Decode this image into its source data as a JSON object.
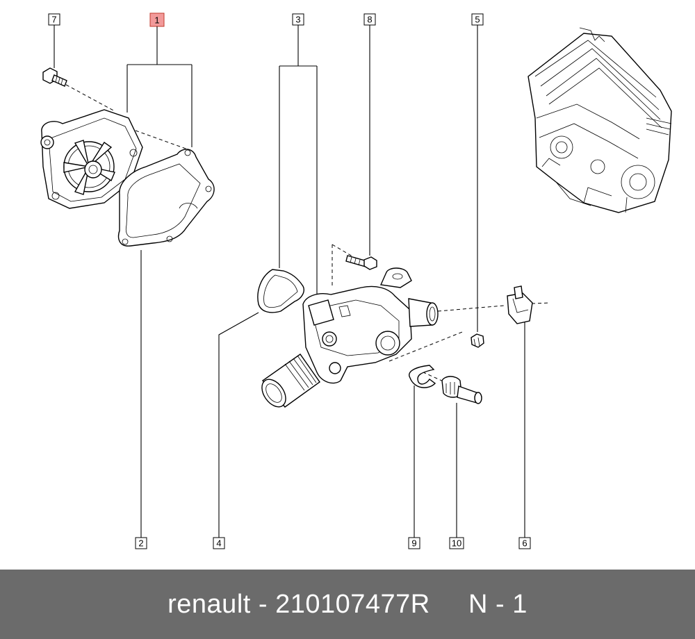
{
  "callouts": {
    "c1": "1",
    "c2": "2",
    "c3": "3",
    "c4": "4",
    "c5": "5",
    "c6": "6",
    "c7": "7",
    "c8": "8",
    "c9": "9",
    "c10": "10"
  },
  "highlighted_callout": "1",
  "colors": {
    "highlight": "#f29a9a",
    "footer_bg": "#6b6b6b",
    "footer_text": "#ffffff"
  },
  "footer": {
    "text": "renault - 210107477R     N - 1"
  }
}
